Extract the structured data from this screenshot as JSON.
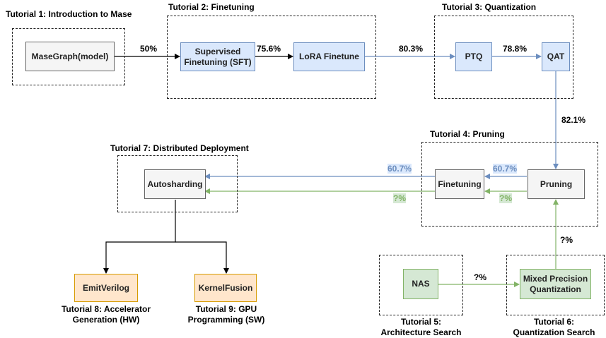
{
  "groups": {
    "tutorial1": "Tutorial 1: Introduction to Mase",
    "tutorial2": "Tutorial 2: Finetuning",
    "tutorial3": "Tutorial 3: Quantization",
    "tutorial4": "Tutorial 4: Pruning",
    "tutorial5": "Tutorial 5:\nArchitecture Search",
    "tutorial6": "Tutorial 6:\nQuantization Search",
    "tutorial7": "Tutorial 7: Distributed Deployment",
    "tutorial8": "Tutorial 8: Accelerator\nGeneration (HW)",
    "tutorial9": "Tutorial 9: GPU\nProgramming (SW)"
  },
  "nodes": {
    "masegraph": "MaseGraph(model)",
    "sft": "Supervised\nFinetuning (SFT)",
    "lora": "LoRA Finetune",
    "ptq": "PTQ",
    "qat": "QAT",
    "pruning": "Pruning",
    "finetuning": "Finetuning",
    "autosharding": "Autosharding",
    "nas": "NAS",
    "mpq": "Mixed Precision\nQuantization",
    "emitverilog": "EmitVerilog",
    "kernelfusion": "KernelFusion"
  },
  "edges": {
    "mase_to_sft": "50%",
    "sft_to_lora": "75.6%",
    "lora_to_ptq": "80.3%",
    "ptq_to_qat": "78.8%",
    "qat_to_pruning": "82.1%",
    "pruning_to_finetuning_blue": "60.7%",
    "finetuning_to_autosharding_blue": "60.7%",
    "pruning_to_finetuning_green": "?%",
    "finetuning_to_autosharding_green": "?%",
    "nas_to_mpq": "?%",
    "mpq_to_pruning": "?%"
  },
  "colors": {
    "black_edge": "#000000",
    "blue_edge": "#6c8ebf",
    "green_edge": "#82b366",
    "gray_fill": "#f5f5f5",
    "blue_fill": "#dae8fc",
    "green_fill": "#d5e8d4",
    "orange_fill": "#ffe6cc"
  }
}
